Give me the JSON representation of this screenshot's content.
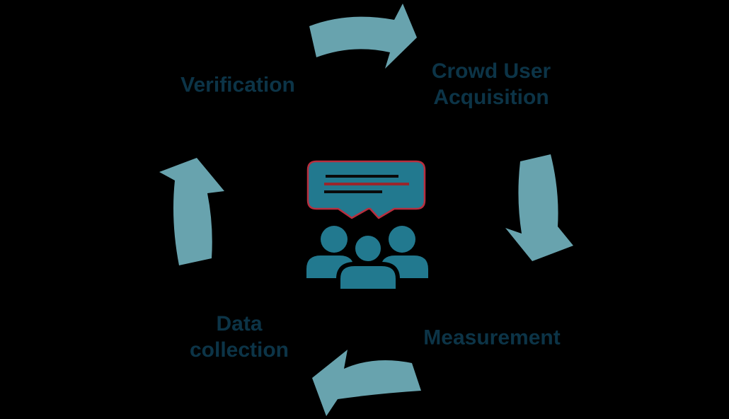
{
  "colors": {
    "background": "#000000",
    "arrow": "#68a3ae",
    "icon": "#22798f",
    "icon-accent": "#b82e3e",
    "icon-line": "#0a0a0a",
    "icon-line-accent": "#99262c",
    "label": "#0c3447"
  },
  "cycle": {
    "direction": "clockwise",
    "center_icon": "crowd-discussion-icon",
    "nodes": [
      {
        "id": "verification",
        "label": "Verification",
        "position": "top-left"
      },
      {
        "id": "crowd-user-acquisition",
        "label": "Crowd User Acquisition",
        "position": "top-right"
      },
      {
        "id": "measurement",
        "label": "Measurement",
        "position": "bottom-right"
      },
      {
        "id": "data-collection",
        "label": "Data collection",
        "position": "bottom-left"
      }
    ]
  }
}
